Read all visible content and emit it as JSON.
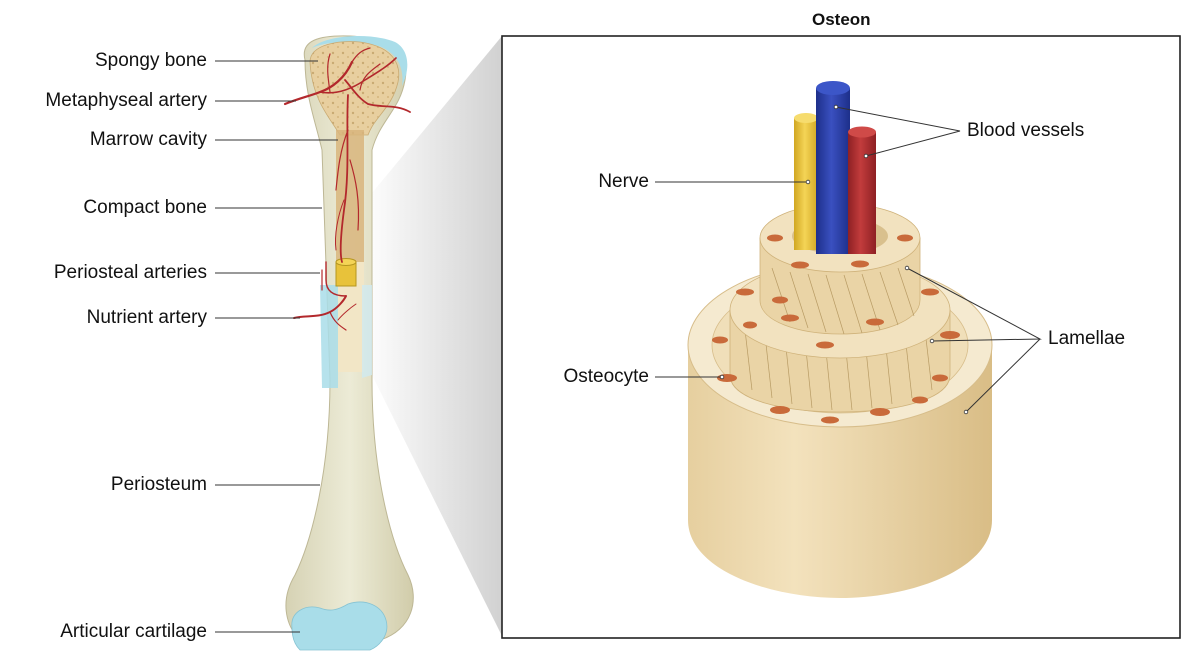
{
  "title": "Osteon",
  "bone_labels": {
    "spongy_bone": "Spongy bone",
    "metaphyseal_artery": "Metaphyseal artery",
    "marrow_cavity": "Marrow cavity",
    "compact_bone": "Compact bone",
    "periosteal_arteries": "Periosteal arteries",
    "nutrient_artery": "Nutrient artery",
    "periosteum": "Periosteum",
    "articular_cartilage": "Articular cartilage"
  },
  "osteon_labels": {
    "blood_vessels": "Blood vessels",
    "nerve": "Nerve",
    "lamellae": "Lamellae",
    "osteocyte": "Osteocyte"
  },
  "colors": {
    "bone_shaft": "#e6e2c8",
    "spongy_bone": "#e8cf9f",
    "artery": "#b3282c",
    "cartilage": "#a9dde9",
    "vein_blue": "#2a3fa6",
    "artery_red": "#b63334",
    "nerve_yellow": "#e8c23a",
    "lamella": "#eed9b0",
    "osteocyte": "#c96a3a"
  }
}
